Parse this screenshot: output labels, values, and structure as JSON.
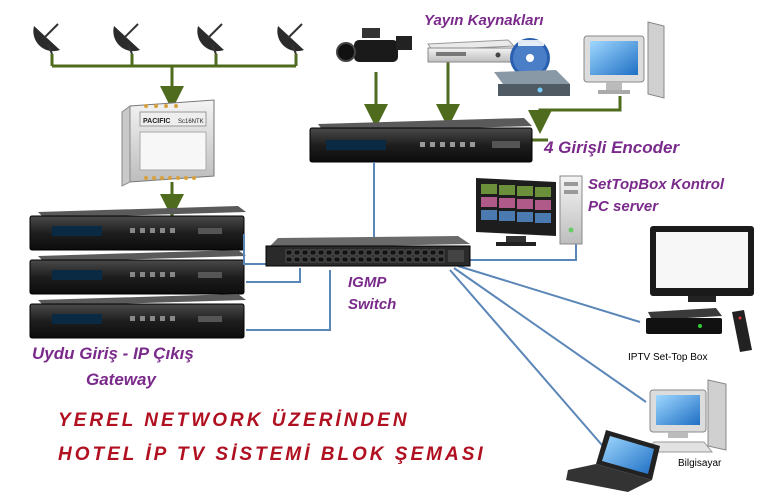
{
  "labels": {
    "yayin_kaynaklari": "Yayın Kaynakları",
    "encoder": "4 Girişli Encoder",
    "settopbox_kontrol_1": "SetTopBox Kontrol",
    "settopbox_kontrol_2": "PC server",
    "igmp_1": "IGMP",
    "igmp_2": "Switch",
    "gateway_1": "Uydu Giriş - IP Çıkış",
    "gateway_2": "Gateway",
    "iptv_stb": "IPTV Set-Top Box",
    "bilgisayar": "Bilgisayar"
  },
  "title": {
    "line1": "YEREL  NETWORK  ÜZERİNDEN",
    "line2": "HOTEL  İP TV  SİSTEMİ  BLOK  ŞEMASI"
  },
  "device_text": {
    "multiswitch_brand": "PACIFIC",
    "multiswitch_model": "Sc16NTK"
  },
  "colors": {
    "label_purple": "#7a2a8a",
    "title_red": "#b01020",
    "satellite_line_green": "#4f6b1e",
    "network_line_blue": "#5b86b8"
  }
}
